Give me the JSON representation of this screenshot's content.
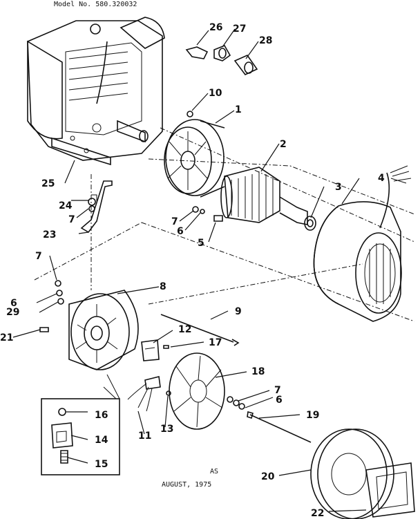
{
  "header": {
    "model": "Model No. 580.320032"
  },
  "footer": {
    "code": "AS",
    "date": "AUGUST, 1975"
  },
  "callouts": {
    "c1": "1",
    "c2": "2",
    "c3": "3",
    "c4": "4",
    "c5": "5",
    "c6a": "6",
    "c6b": "6",
    "c6c": "6",
    "c7a": "7",
    "c7b": "7",
    "c7c": "7",
    "c7d": "7",
    "c8": "8",
    "c9": "9",
    "c10": "10",
    "c11": "11",
    "c12": "12",
    "c13": "13",
    "c14": "14",
    "c15": "15",
    "c16": "16",
    "c17": "17",
    "c18": "18",
    "c19": "19",
    "c20": "20",
    "c21": "21",
    "c22": "22",
    "c23": "23",
    "c24": "24",
    "c25": "25",
    "c26": "26",
    "c27": "27",
    "c28": "28",
    "c29": "29"
  }
}
